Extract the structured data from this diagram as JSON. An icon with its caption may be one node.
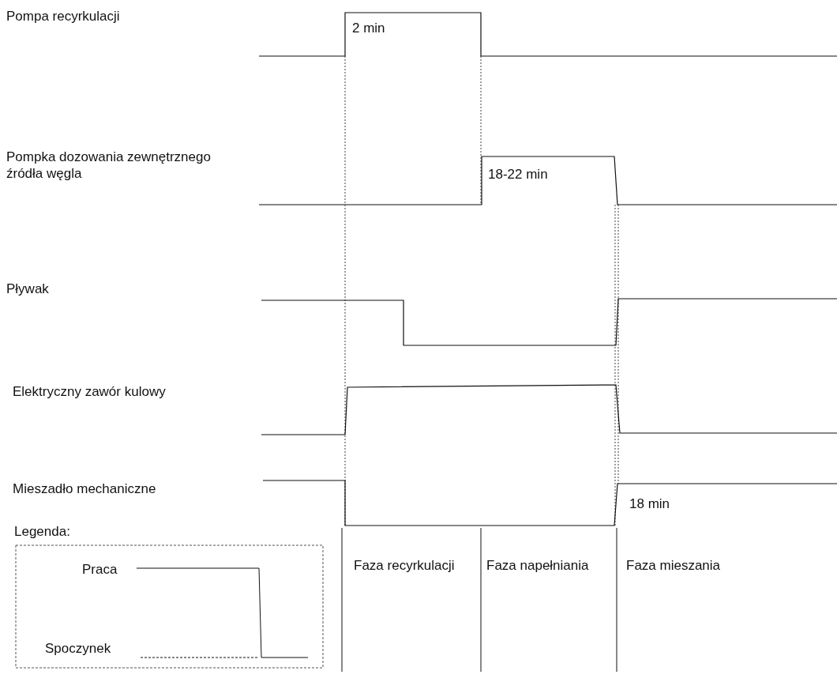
{
  "diagram": {
    "labels": [
      "Pompa recyrkulacji",
      "2 min",
      "Pompka dozowania zewnętrznego źródła węgla",
      "18-22 min",
      "Pływak",
      "Elektryczny zawór kulowy",
      "Mieszadło mechaniczne",
      "18 min",
      "Legenda:",
      "Faza recyrkulacji",
      "Faza napełniania",
      "Faza mieszania"
    ],
    "legend": [
      {
        "text": "Praca"
      },
      {
        "text": "Spoczynek"
      }
    ]
  }
}
